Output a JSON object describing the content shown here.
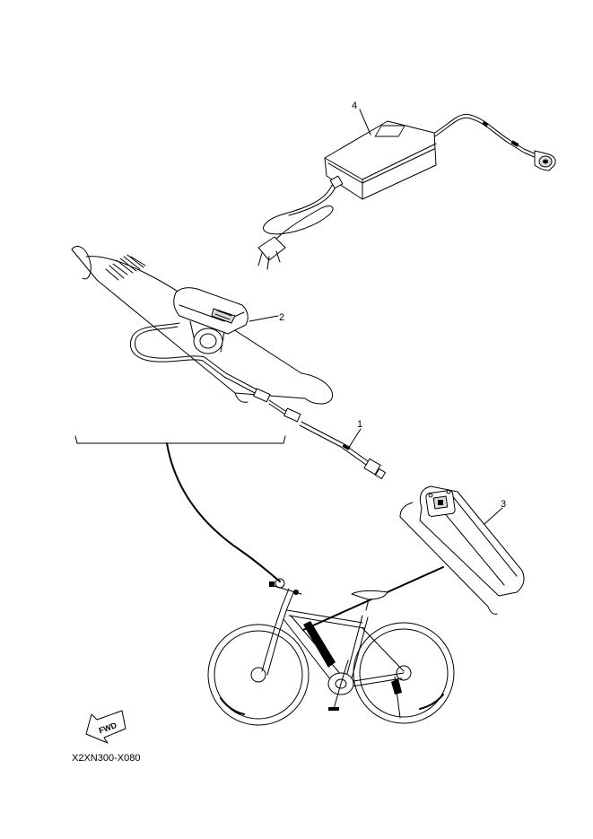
{
  "callouts": [
    {
      "id": "1",
      "label": "1"
    },
    {
      "id": "2",
      "label": "2"
    },
    {
      "id": "3",
      "label": "3"
    },
    {
      "id": "4",
      "label": "4"
    }
  ],
  "diagram_code": "X2XN300-X080",
  "fwd_label": "FWD"
}
